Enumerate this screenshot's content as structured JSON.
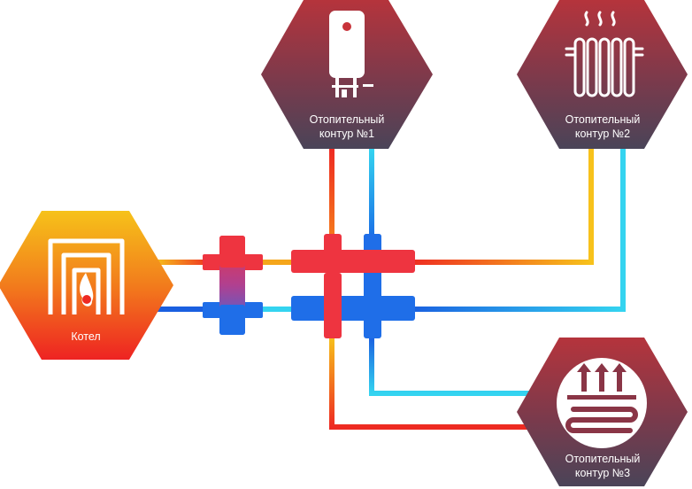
{
  "nodes": {
    "boiler": {
      "label": "Котел"
    },
    "circuit1": {
      "label_line1": "Отопительный",
      "label_line2": "контур  №1",
      "icon": "water-heater-icon"
    },
    "circuit2": {
      "label_line1": "Отопительный",
      "label_line2": "контур  №2",
      "icon": "radiator-icon"
    },
    "circuit3": {
      "label_line1": "Отопительный",
      "label_line2": "контур  №3",
      "icon": "underfloor-heating-icon"
    }
  },
  "colors": {
    "hot": "#ee2a2a",
    "cold": "#1a6fe6",
    "supply_yellow": "#f7c21b",
    "light_blue": "#32d0f0",
    "hex_top": "#b5343c",
    "hex_bottom": "#4a4458",
    "boiler_top": "#f6c21a",
    "boiler_bottom": "#ee2322"
  }
}
